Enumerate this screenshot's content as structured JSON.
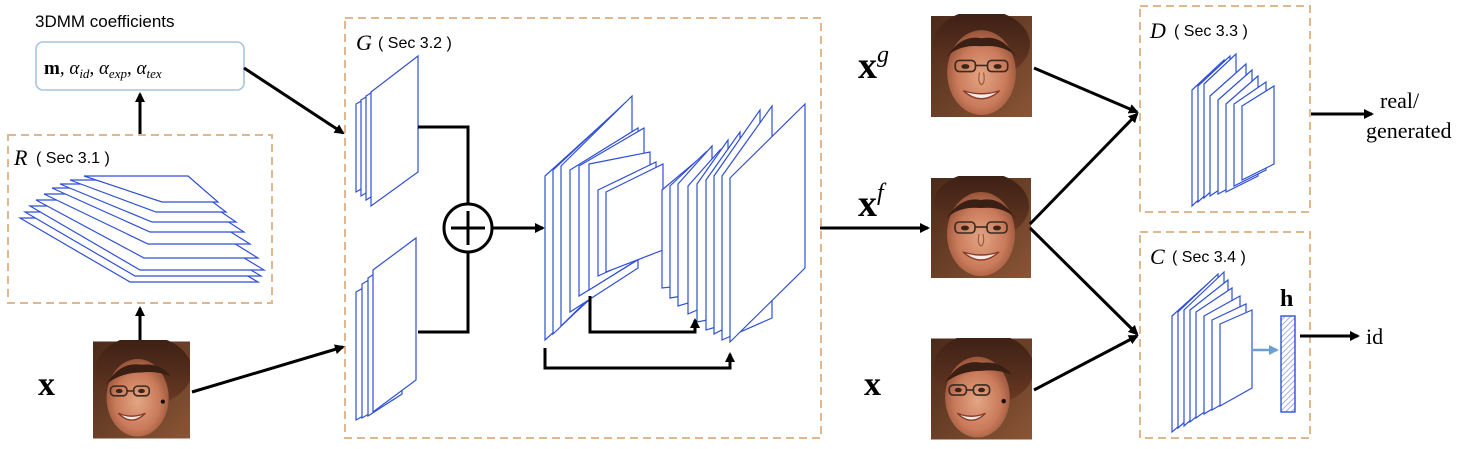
{
  "coefficients": {
    "title": "3DMM coefficients",
    "formula": {
      "m": "m",
      "sep": ", ",
      "alpha": "α",
      "id": "id",
      "exp": "exp",
      "tex": "tex"
    }
  },
  "modules": {
    "R": {
      "letter": "R",
      "section": "( Sec 3.1 )"
    },
    "G": {
      "letter": "G",
      "section": "( Sec 3.2 )"
    },
    "D": {
      "letter": "D",
      "section": "( Sec 3.3 )"
    },
    "C": {
      "letter": "C",
      "section": "( Sec 3.4 )"
    }
  },
  "symbols": {
    "x": "x",
    "g": "g",
    "f": "f",
    "h": "h",
    "plus": "+"
  },
  "outputs": {
    "real_line1": "real/",
    "real_line2": "generated",
    "id": "id"
  },
  "colors": {
    "dashed_border": "#e0b890",
    "layer_stroke": "#2f4fd6",
    "coef_box_border": "#a9c3dc",
    "feature_bar": "#7b8fd6",
    "small_arrow": "#6aa0d0"
  }
}
